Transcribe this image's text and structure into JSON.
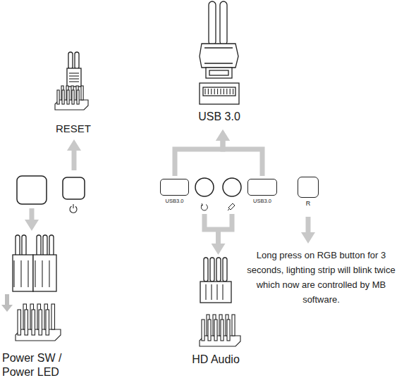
{
  "diagram": {
    "nodes": [
      {
        "text": [
          "RESET"
        ]
      },
      {
        "text": [
          "USB 3.0"
        ]
      },
      {
        "text": [
          "USB3.0"
        ]
      },
      {
        "text": [
          "USB3.0"
        ]
      },
      {
        "text": [
          "R"
        ]
      },
      {
        "text": [
          "Power SW / Power LED"
        ]
      },
      {
        "text": [
          "HD Audio"
        ]
      }
    ],
    "edges": [
      {
        "from": 2,
        "to": 1,
        "arrow": "to"
      },
      {
        "from": 3,
        "to": 1,
        "arrow": "to"
      }
    ],
    "labels": [
      "Long press on RGB button for 3 seconds, lighting strip will blink twice which now are controlled by MB software."
    ]
  }
}
